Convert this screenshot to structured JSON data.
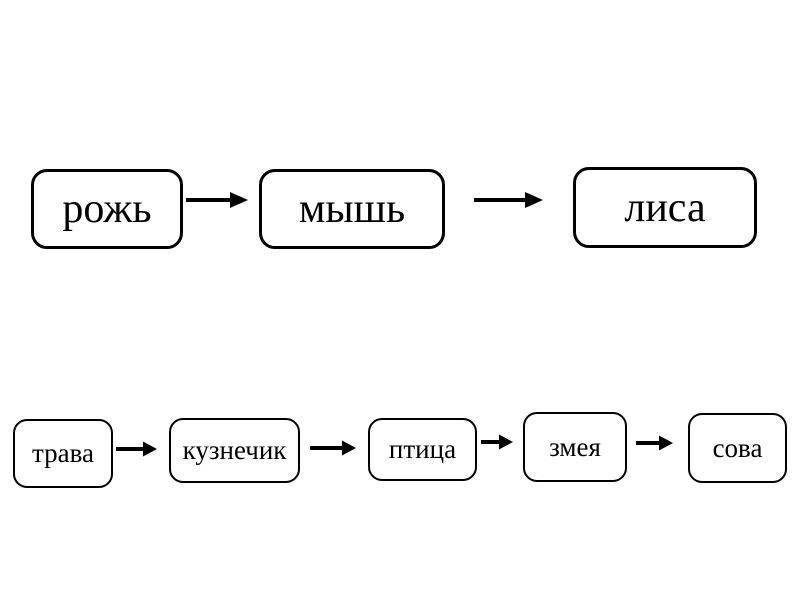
{
  "diagram": {
    "type": "food-chain-diagram",
    "background_color": "#ffffff",
    "node_fill": "#ffffff",
    "node_border_color": "#000000",
    "text_color": "#000000",
    "arrow_color": "#000000",
    "chains": [
      {
        "items": [
          "рожь",
          "мышь",
          "лиса"
        ]
      },
      {
        "items": [
          "трава",
          "кузнечик",
          "птица",
          "змея",
          "сова"
        ]
      }
    ]
  }
}
